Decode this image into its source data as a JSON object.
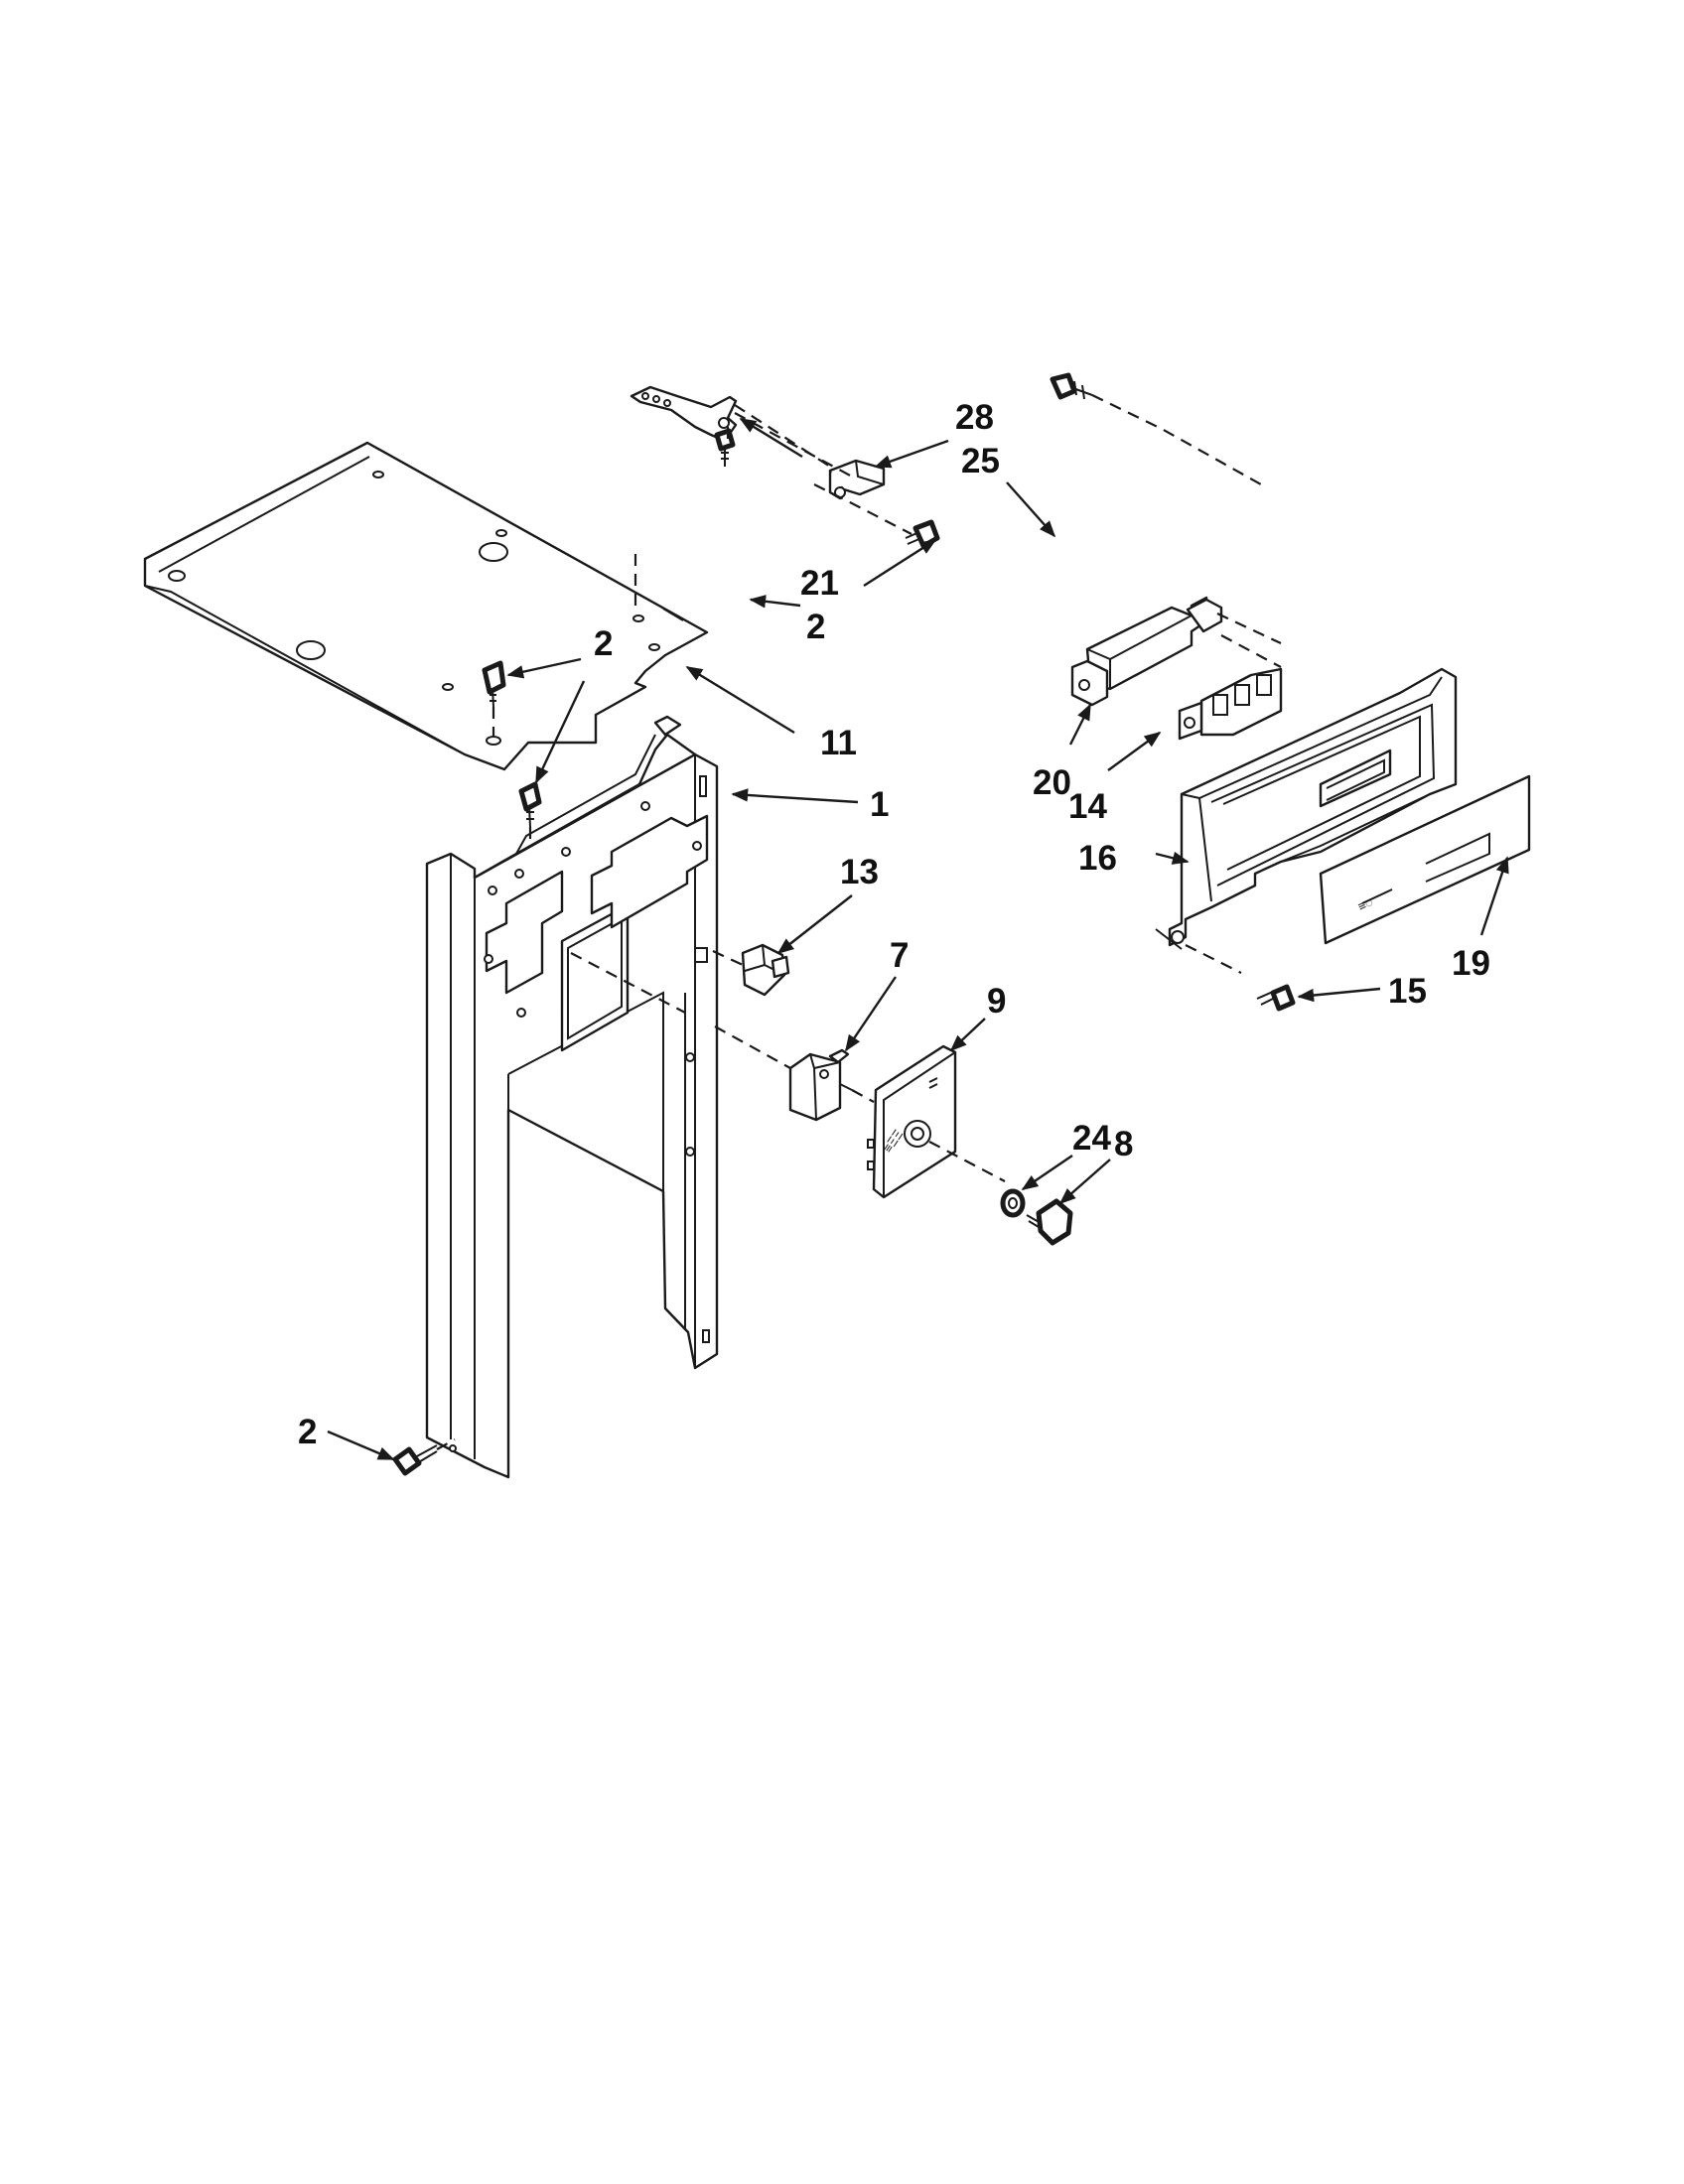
{
  "diagram": {
    "callouts": {
      "c28": "28",
      "c25": "25",
      "c21": "21",
      "c2_top": "2",
      "c2_left": "2",
      "c11": "11",
      "c1": "1",
      "c20": "20",
      "c14": "14",
      "c16": "16",
      "c19": "19",
      "c15": "15",
      "c13": "13",
      "c7": "7",
      "c9": "9",
      "c24": "24",
      "c8": "8",
      "c2_bottom": "2"
    }
  }
}
